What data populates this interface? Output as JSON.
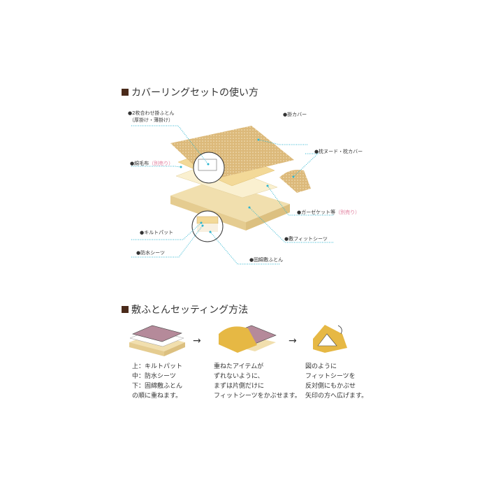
{
  "section1": {
    "title": "カバーリングセットの使い方",
    "labels": {
      "comforter": "●2枚合わせ掛ふとん",
      "comforter_sub": "（厚掛け・薄掛け）",
      "cover": "●掛カバー",
      "pillow": "●枕ヌード・枕カバー",
      "blanket": "●綿毛布",
      "blanket_note": "（別売り）",
      "gauze": "●ガーゼケット等",
      "gauze_note": "（別売り）",
      "quilt": "●キルトパット",
      "fitted": "●敷フィットシーツ",
      "waterproof": "●防水シーツ",
      "mattress": "●固綿敷ふとん"
    }
  },
  "section2": {
    "title": "敷ふとんセッティング方法",
    "arrow": "→",
    "steps": [
      {
        "lines": [
          "上：キルトパット",
          "中：防水シーツ",
          "下：固綿敷ふとん",
          "の順に重ねます。"
        ]
      },
      {
        "lines": [
          "重ねたアイテムが",
          "ずれないように、",
          "まずは片側だけに",
          "フィットシーツをかぶせます。"
        ]
      },
      {
        "lines": [
          "図のように",
          "フィットシーツを",
          "反対側にもかぶせ",
          "矢印の方へ広げます。"
        ]
      }
    ]
  },
  "colors": {
    "accent": "#2bb5d0",
    "beige": "#e9cf95",
    "pink": "#e07a9a"
  }
}
